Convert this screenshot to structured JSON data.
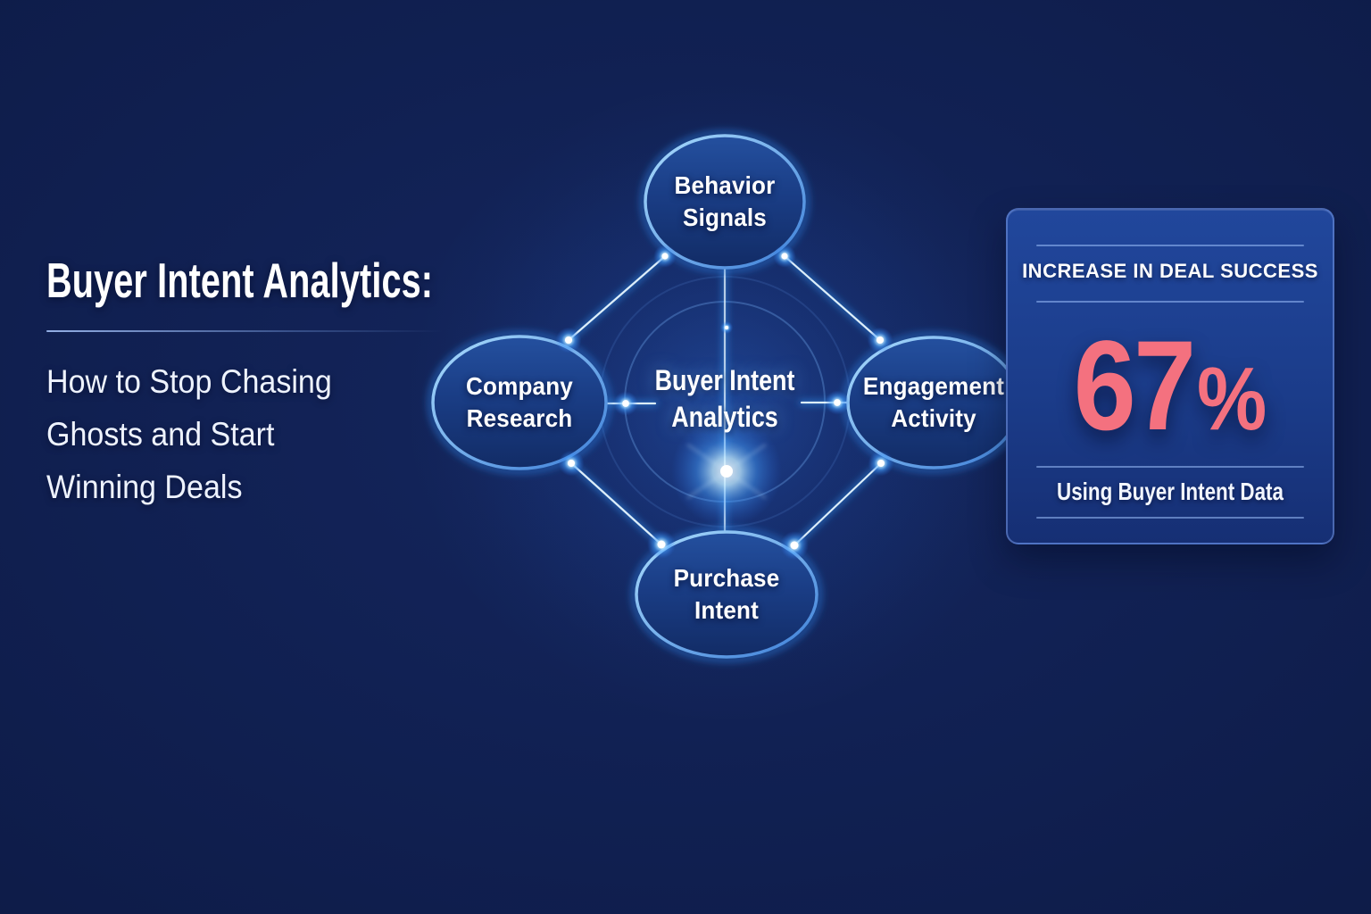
{
  "header": {
    "title": "Buyer Intent Analytics:",
    "subtitle_lines": [
      "How to Stop Chasing",
      "Ghosts and Start",
      "Winning Deals"
    ]
  },
  "diagram": {
    "center": {
      "line1": "Buyer Intent",
      "line2": "Analytics"
    },
    "nodes": [
      {
        "id": "behavior-signals",
        "line1": "Behavior",
        "line2": "Signals"
      },
      {
        "id": "company-research",
        "line1": "Company",
        "line2": "Research"
      },
      {
        "id": "engagement-activity",
        "line1": "Engagement",
        "line2": "Activity"
      },
      {
        "id": "purchase-intent",
        "line1": "Purchase",
        "line2": "Intent"
      }
    ]
  },
  "stat_card": {
    "heading": "INCREASE IN DEAL SUCCESS",
    "value": "67",
    "unit": "%",
    "caption": "Using Buyer Intent Data"
  },
  "colors": {
    "background": "#0e1c49",
    "node_fill_top": "#24509f",
    "node_fill_bottom": "#122c66",
    "node_rim": "#9fd4f8",
    "connector_glow": "#2e8be8",
    "card_fill": "#1c3f8e",
    "card_border": "#7da0eb",
    "stat_value": "#f4717f",
    "text": "#ffffff"
  }
}
